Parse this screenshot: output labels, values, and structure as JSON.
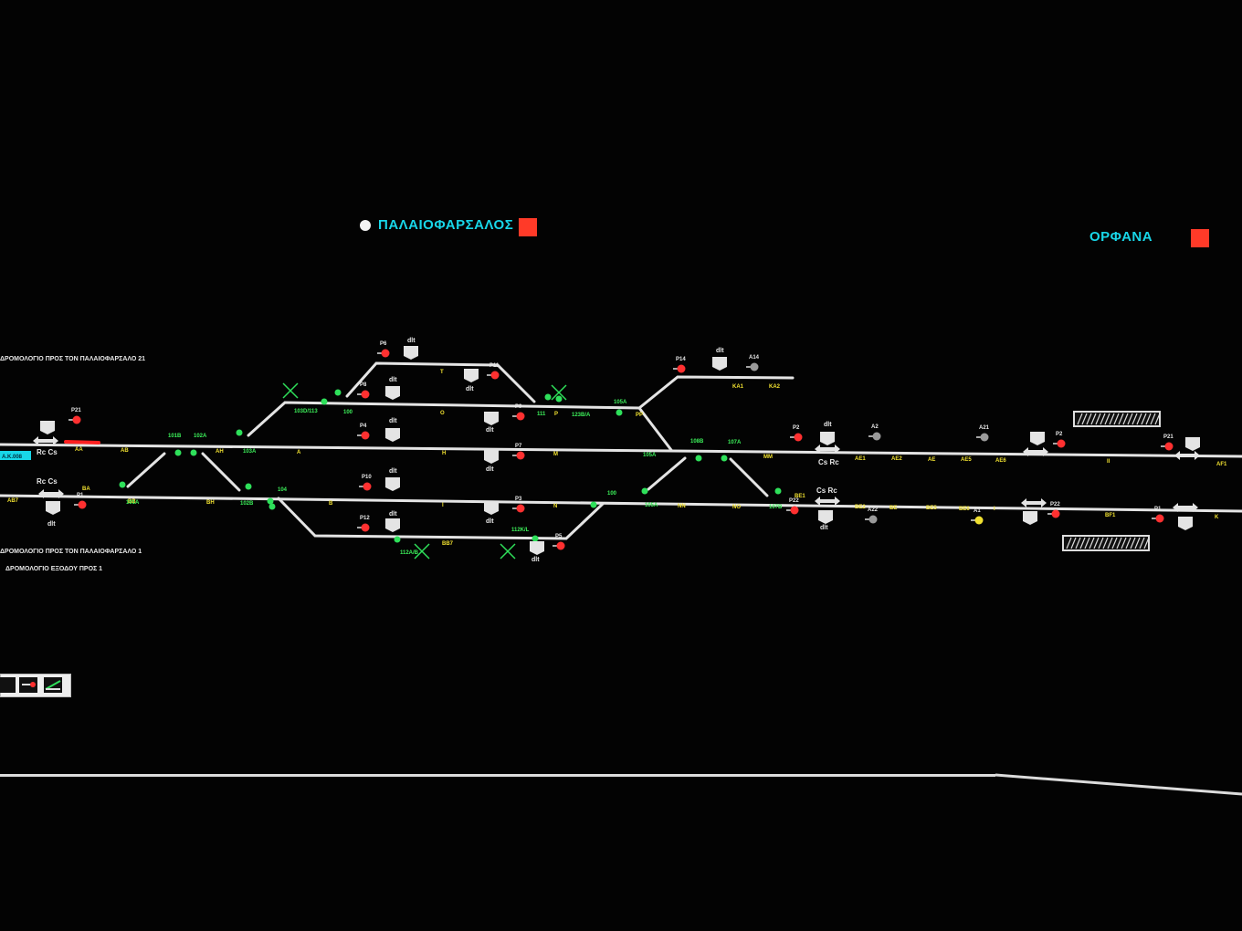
{
  "stations": {
    "palaiofarsalos": {
      "name": "ΠΑΛΑΙΟΦΑΡΣΑΛΟΣ",
      "color": "#18d6e8",
      "status_color": "#ff3a28"
    },
    "orfana": {
      "name": "ΟΡΦΑΝΑ",
      "color": "#18d6e8",
      "status_color": "#ff3a28"
    }
  },
  "route_notes": [
    "ΔΡΟΜΟΛΟΓΙΟ ΠΡΟΣ ΤΟΝ ΠΑΛΑΙΟΦΑΡΣΑΛΟ 21",
    "ΔΡΟΜΟΛΟΓΙΟ ΠΡΟΣ ΤΟΝ ΠΑΛΑΙΟΦΑΡΣΑΛΟ 1",
    "ΔΡΟΜΟΛΟΓΙΟ ΕΞΟΔΟΥ ΠΡΟΣ 1"
  ],
  "colors": {
    "track": "#e4e4e4",
    "section_label": "#f0e030",
    "point_label": "#3cf05a",
    "signal_red": "#ff3030",
    "signal_green": "#2ee05a",
    "signal_yellow": "#f0e030",
    "signal_grey": "#9a9a9a",
    "occupied": "#ff2020",
    "label_white": "#e8e8e8"
  },
  "sections": [
    {
      "label": "AA"
    },
    {
      "label": "AB"
    },
    {
      "label": "AH"
    },
    {
      "label": "A"
    },
    {
      "label": "H"
    },
    {
      "label": "M"
    },
    {
      "label": "MM"
    },
    {
      "label": "AE1"
    },
    {
      "label": "AE2"
    },
    {
      "label": "AE"
    },
    {
      "label": "AE5"
    },
    {
      "label": "AE6"
    },
    {
      "label": "II"
    },
    {
      "label": "AF1"
    },
    {
      "label": "T"
    },
    {
      "label": "O"
    },
    {
      "label": "P"
    },
    {
      "label": "PP"
    },
    {
      "label": "KA1"
    },
    {
      "label": "KA2"
    },
    {
      "label": "BA"
    },
    {
      "label": "BB"
    },
    {
      "label": "BH"
    },
    {
      "label": "B"
    },
    {
      "label": "I"
    },
    {
      "label": "N"
    },
    {
      "label": "NN"
    },
    {
      "label": "NO"
    },
    {
      "label": "BE1"
    },
    {
      "label": "BE2"
    },
    {
      "label": "BE"
    },
    {
      "label": "BE5"
    },
    {
      "label": "BE6"
    },
    {
      "label": "I"
    },
    {
      "label": "BF1"
    },
    {
      "label": "K"
    },
    {
      "label": "BB7"
    },
    {
      "label": "AB7"
    }
  ],
  "points": [
    {
      "label": "101B"
    },
    {
      "label": "102A"
    },
    {
      "label": "103A"
    },
    {
      "label": "103D/113"
    },
    {
      "label": "100"
    },
    {
      "label": "111"
    },
    {
      "label": "123B/A"
    },
    {
      "label": "105A"
    },
    {
      "label": "105A"
    },
    {
      "label": "108B"
    },
    {
      "label": "107A"
    },
    {
      "label": "101A"
    },
    {
      "label": "102B"
    },
    {
      "label": "104"
    },
    {
      "label": "100"
    },
    {
      "label": "105A"
    },
    {
      "label": "107B"
    },
    {
      "label": "112A/B"
    },
    {
      "label": "112K/L"
    }
  ],
  "signals": [
    {
      "label": "P21",
      "aspect": "red"
    },
    {
      "label": "P6",
      "aspect": "red"
    },
    {
      "label": "P8",
      "aspect": "red"
    },
    {
      "label": "P4",
      "aspect": "red"
    },
    {
      "label": "P11",
      "aspect": "red"
    },
    {
      "label": "P9",
      "aspect": "red"
    },
    {
      "label": "P7",
      "aspect": "red"
    },
    {
      "label": "P14",
      "aspect": "red"
    },
    {
      "label": "A14",
      "aspect": "grey"
    },
    {
      "label": "P2",
      "aspect": "red"
    },
    {
      "label": "A2",
      "aspect": "grey"
    },
    {
      "label": "A21",
      "aspect": "grey"
    },
    {
      "label": "P2",
      "aspect": "red"
    },
    {
      "label": "P21",
      "aspect": "red"
    },
    {
      "label": "P10",
      "aspect": "red"
    },
    {
      "label": "P12",
      "aspect": "red"
    },
    {
      "label": "P3",
      "aspect": "red"
    },
    {
      "label": "P5",
      "aspect": "red"
    },
    {
      "label": "P1",
      "aspect": "red"
    },
    {
      "label": "P22",
      "aspect": "red"
    },
    {
      "label": "A22",
      "aspect": "grey"
    },
    {
      "label": "A1",
      "aspect": "yellow"
    },
    {
      "label": "P22",
      "aspect": "red"
    },
    {
      "label": "P1",
      "aspect": "red"
    }
  ],
  "block_labels": [
    "dlt",
    "Rc Cs",
    "Cs Rc"
  ],
  "indicator_text": "A.K.008"
}
